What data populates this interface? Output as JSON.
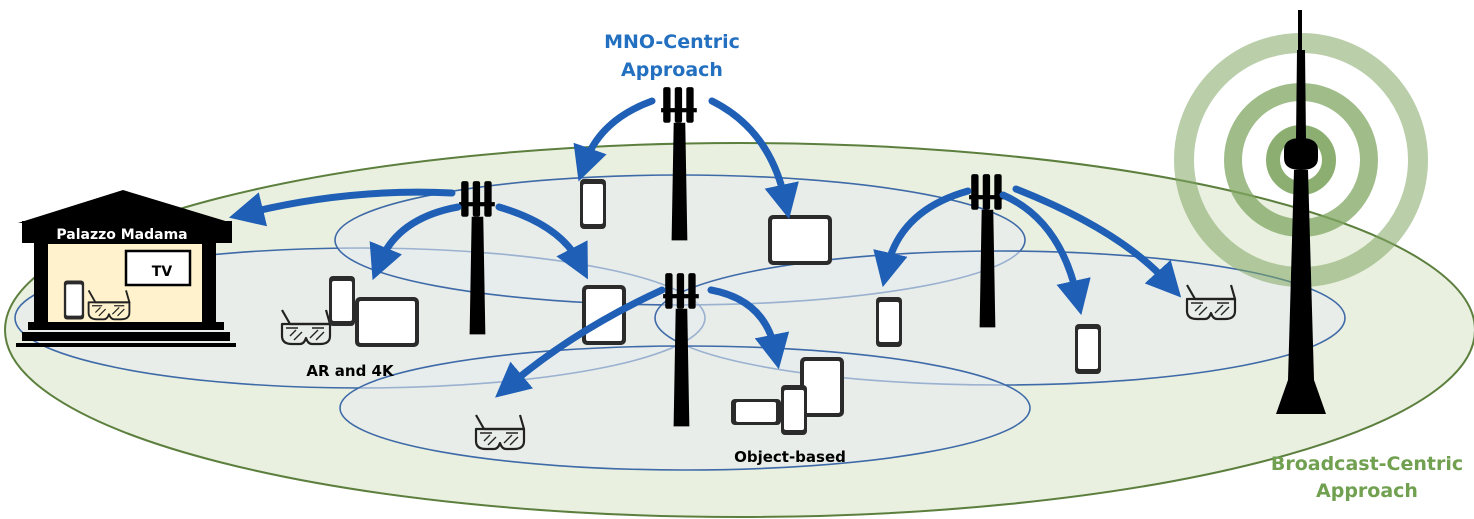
{
  "labels": {
    "mno_line1": "MNO-Centric",
    "mno_line2": "Approach",
    "broadcast_line1": "Broadcast-Centric",
    "broadcast_line2": "Approach",
    "building": "Palazzo Madama",
    "tv": "TV",
    "ar_4k": "AR and 4K",
    "object_based": "Object-based"
  },
  "colors": {
    "mno_text": "#2370C0",
    "broadcast_text": "#70A050",
    "arrow": "#1F5FB5",
    "cell_outline": "#3E6AA8",
    "cell_fill": "#E6EBF0",
    "ground_fill": "#EAF0DF",
    "ground_outline": "#5C7F3E",
    "building_fill": "#FFF2CC",
    "signal_ring": "#7FA662"
  },
  "icons": [
    "cell-tower-icon",
    "broadcast-tower-icon",
    "smartphone-icon",
    "tablet-icon",
    "ar-glasses-icon",
    "building-icon",
    "tv-icon"
  ]
}
